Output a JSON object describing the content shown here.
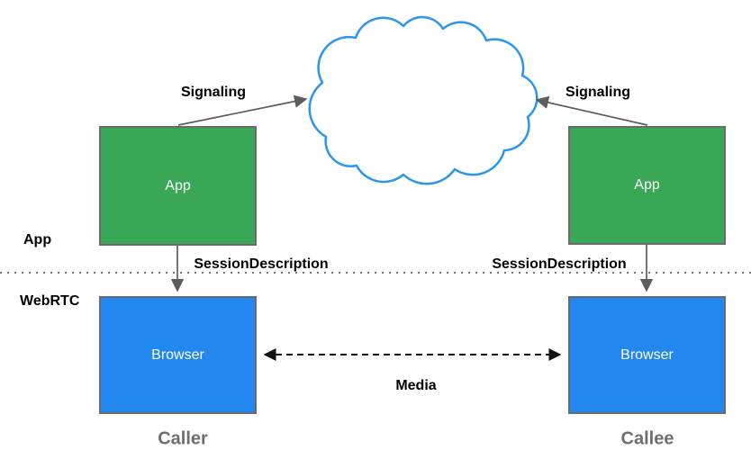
{
  "diagram": {
    "lanes": {
      "app": "App",
      "webrtc": "WebRTC"
    },
    "nodes": {
      "caller_app": {
        "label": "App"
      },
      "callee_app": {
        "label": "App"
      },
      "caller_browser": {
        "label": "Browser"
      },
      "callee_browser": {
        "label": "Browser"
      }
    },
    "edges": {
      "signaling_left": {
        "label": "Signaling"
      },
      "signaling_right": {
        "label": "Signaling"
      },
      "session_description_left": {
        "label": "SessionDescription"
      },
      "session_description_right": {
        "label": "SessionDescription"
      },
      "media": {
        "label": "Media"
      }
    },
    "roles": {
      "caller": "Caller",
      "callee": "Callee"
    },
    "colors": {
      "app_box_fill": "#3aa757",
      "browser_box_fill": "#2287ef",
      "box_border": "#6b6b6b",
      "cloud_stroke": "#2b95f0",
      "signal_arrow": "#5d5d5d",
      "media_arrow": "#111111",
      "lane_divider": "#777777",
      "role_text": "#6e6e6e",
      "label_text": "#000000"
    }
  }
}
